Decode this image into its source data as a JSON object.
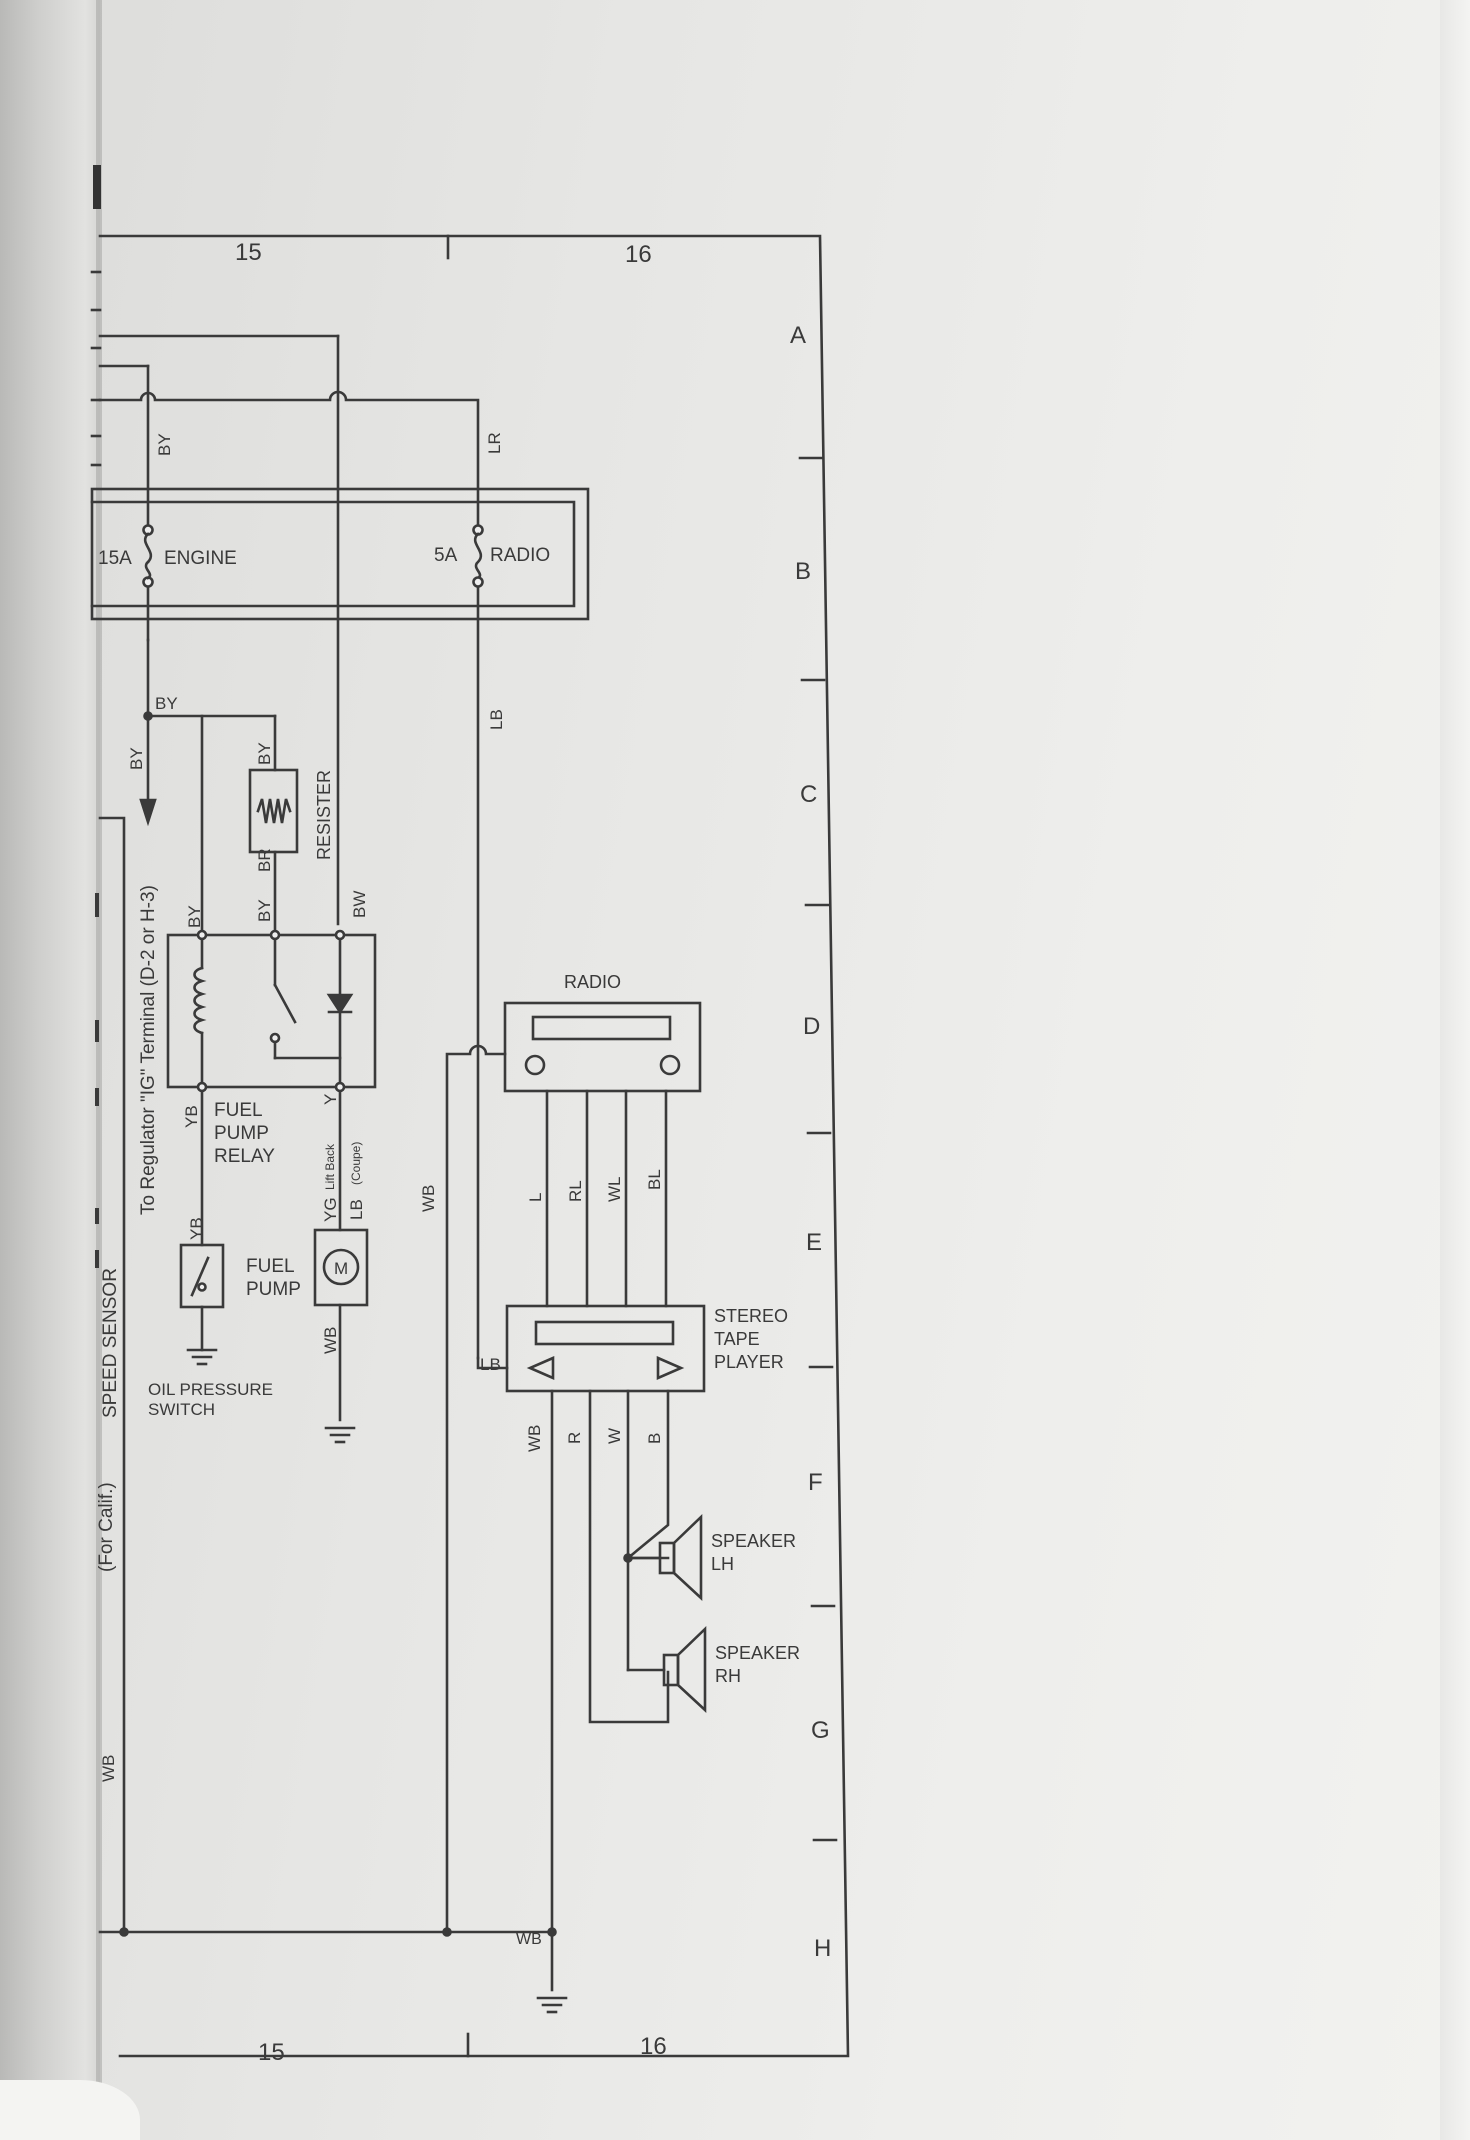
{
  "columns": {
    "top_left": "15",
    "top_right": "16",
    "bottom_left": "15",
    "bottom_right": "16"
  },
  "rows": [
    "A",
    "B",
    "C",
    "D",
    "E",
    "F",
    "G",
    "H"
  ],
  "fuses": {
    "engine_rating": "15A",
    "engine_label": "ENGINE",
    "radio_rating": "5A",
    "radio_label": "RADIO"
  },
  "wires": {
    "by_top": "BY",
    "lr_top": "LR",
    "lb_mid": "LB",
    "by_junction": "BY",
    "by_arrow": "BY",
    "by_resister_top": "BY",
    "by_relay_a": "BY",
    "by_relay_b": "BY",
    "br_relay": "BR",
    "bw_relay": "BW",
    "yb_relay": "YB",
    "y_relay": "Y",
    "yb_switch": "YB",
    "yg_pump": "YG",
    "lb_pump": "LB",
    "wb_pump": "WB",
    "wb_left": "WB",
    "wb_mid": "WB",
    "l_radio": "L",
    "rl_radio": "RL",
    "wl_radio": "WL",
    "bl_radio": "BL",
    "lb_tape": "LB",
    "wb_tape": "WB",
    "r_tape": "R",
    "w_tape": "W",
    "b_tape": "B",
    "wb_ground": "WB"
  },
  "notes": {
    "regulator": "To Regulator \"IG\" Terminal (D-2 or H-3)",
    "liftback": "Lift Back",
    "coupe": "(Coupe)",
    "speed_sensor": "SPEED SENSOR",
    "for_calif": "(For Calif.)"
  },
  "components": {
    "resister": "RESISTER",
    "fuel_pump_relay": [
      "FUEL",
      "PUMP",
      "RELAY"
    ],
    "fuel_pump": [
      "FUEL",
      "PUMP"
    ],
    "motor_symbol": "M",
    "oil_pressure_switch": [
      "OIL PRESSURE",
      "SWITCH"
    ],
    "radio": "RADIO",
    "stereo_tape_player": [
      "STEREO",
      "TAPE",
      "PLAYER"
    ],
    "speaker_lh": [
      "SPEAKER",
      "LH"
    ],
    "speaker_rh": [
      "SPEAKER",
      "RH"
    ]
  }
}
